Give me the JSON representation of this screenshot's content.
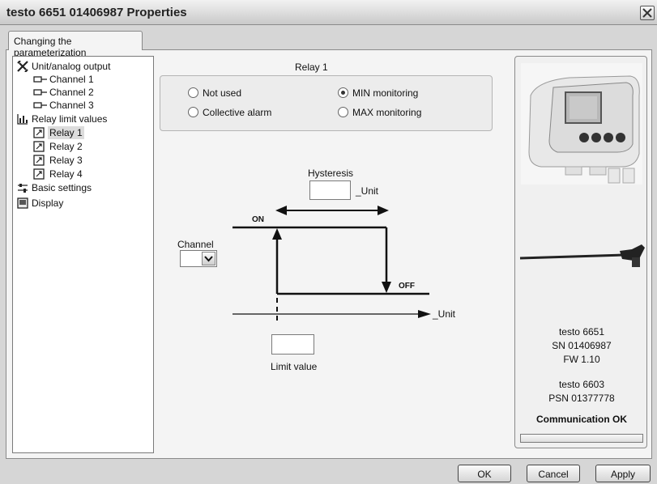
{
  "window": {
    "title": "testo 6651  01406987 Properties"
  },
  "tabs": [
    {
      "label": "Changing the parameterization"
    }
  ],
  "tree": {
    "items": [
      {
        "label": "Unit/analog output",
        "icon": "tools-icon"
      },
      {
        "label": "Channel 1",
        "icon": "plug-icon"
      },
      {
        "label": "Channel 2",
        "icon": "plug-icon"
      },
      {
        "label": "Channel 3",
        "icon": "plug-icon"
      },
      {
        "label": "Relay limit values",
        "icon": "chart-icon"
      },
      {
        "label": "Relay 1",
        "icon": "relay-icon",
        "selected": true
      },
      {
        "label": "Relay 2",
        "icon": "relay-icon"
      },
      {
        "label": "Relay 3",
        "icon": "relay-icon"
      },
      {
        "label": "Relay 4",
        "icon": "relay-icon"
      },
      {
        "label": "Basic settings",
        "icon": "settings-icon"
      },
      {
        "label": "Display",
        "icon": "display-icon"
      }
    ]
  },
  "relay": {
    "title": "Relay 1",
    "options": {
      "not_used": {
        "label": "Not used",
        "selected": false
      },
      "collective_alarm": {
        "label": "Collective alarm",
        "selected": false
      },
      "min_monitoring": {
        "label": "MIN monitoring",
        "selected": true
      },
      "max_monitoring": {
        "label": "MAX monitoring",
        "selected": false
      }
    },
    "hysteresis_label": "Hysteresis",
    "hysteresis_value": "",
    "hysteresis_unit": "_Unit",
    "channel_label": "Channel",
    "channel_value": "",
    "on_label": "ON",
    "off_label": "OFF",
    "axis_unit": "_Unit",
    "limit_label": "Limit value",
    "limit_value": ""
  },
  "info": {
    "device_name": "testo 6651",
    "serial": "SN 01406987",
    "firmware": "FW  1.10",
    "probe_name": "testo 6603",
    "probe_serial": "PSN 01377778",
    "status": "Communication OK"
  },
  "buttons": {
    "ok": "OK",
    "cancel": "Cancel",
    "apply": "Apply"
  }
}
